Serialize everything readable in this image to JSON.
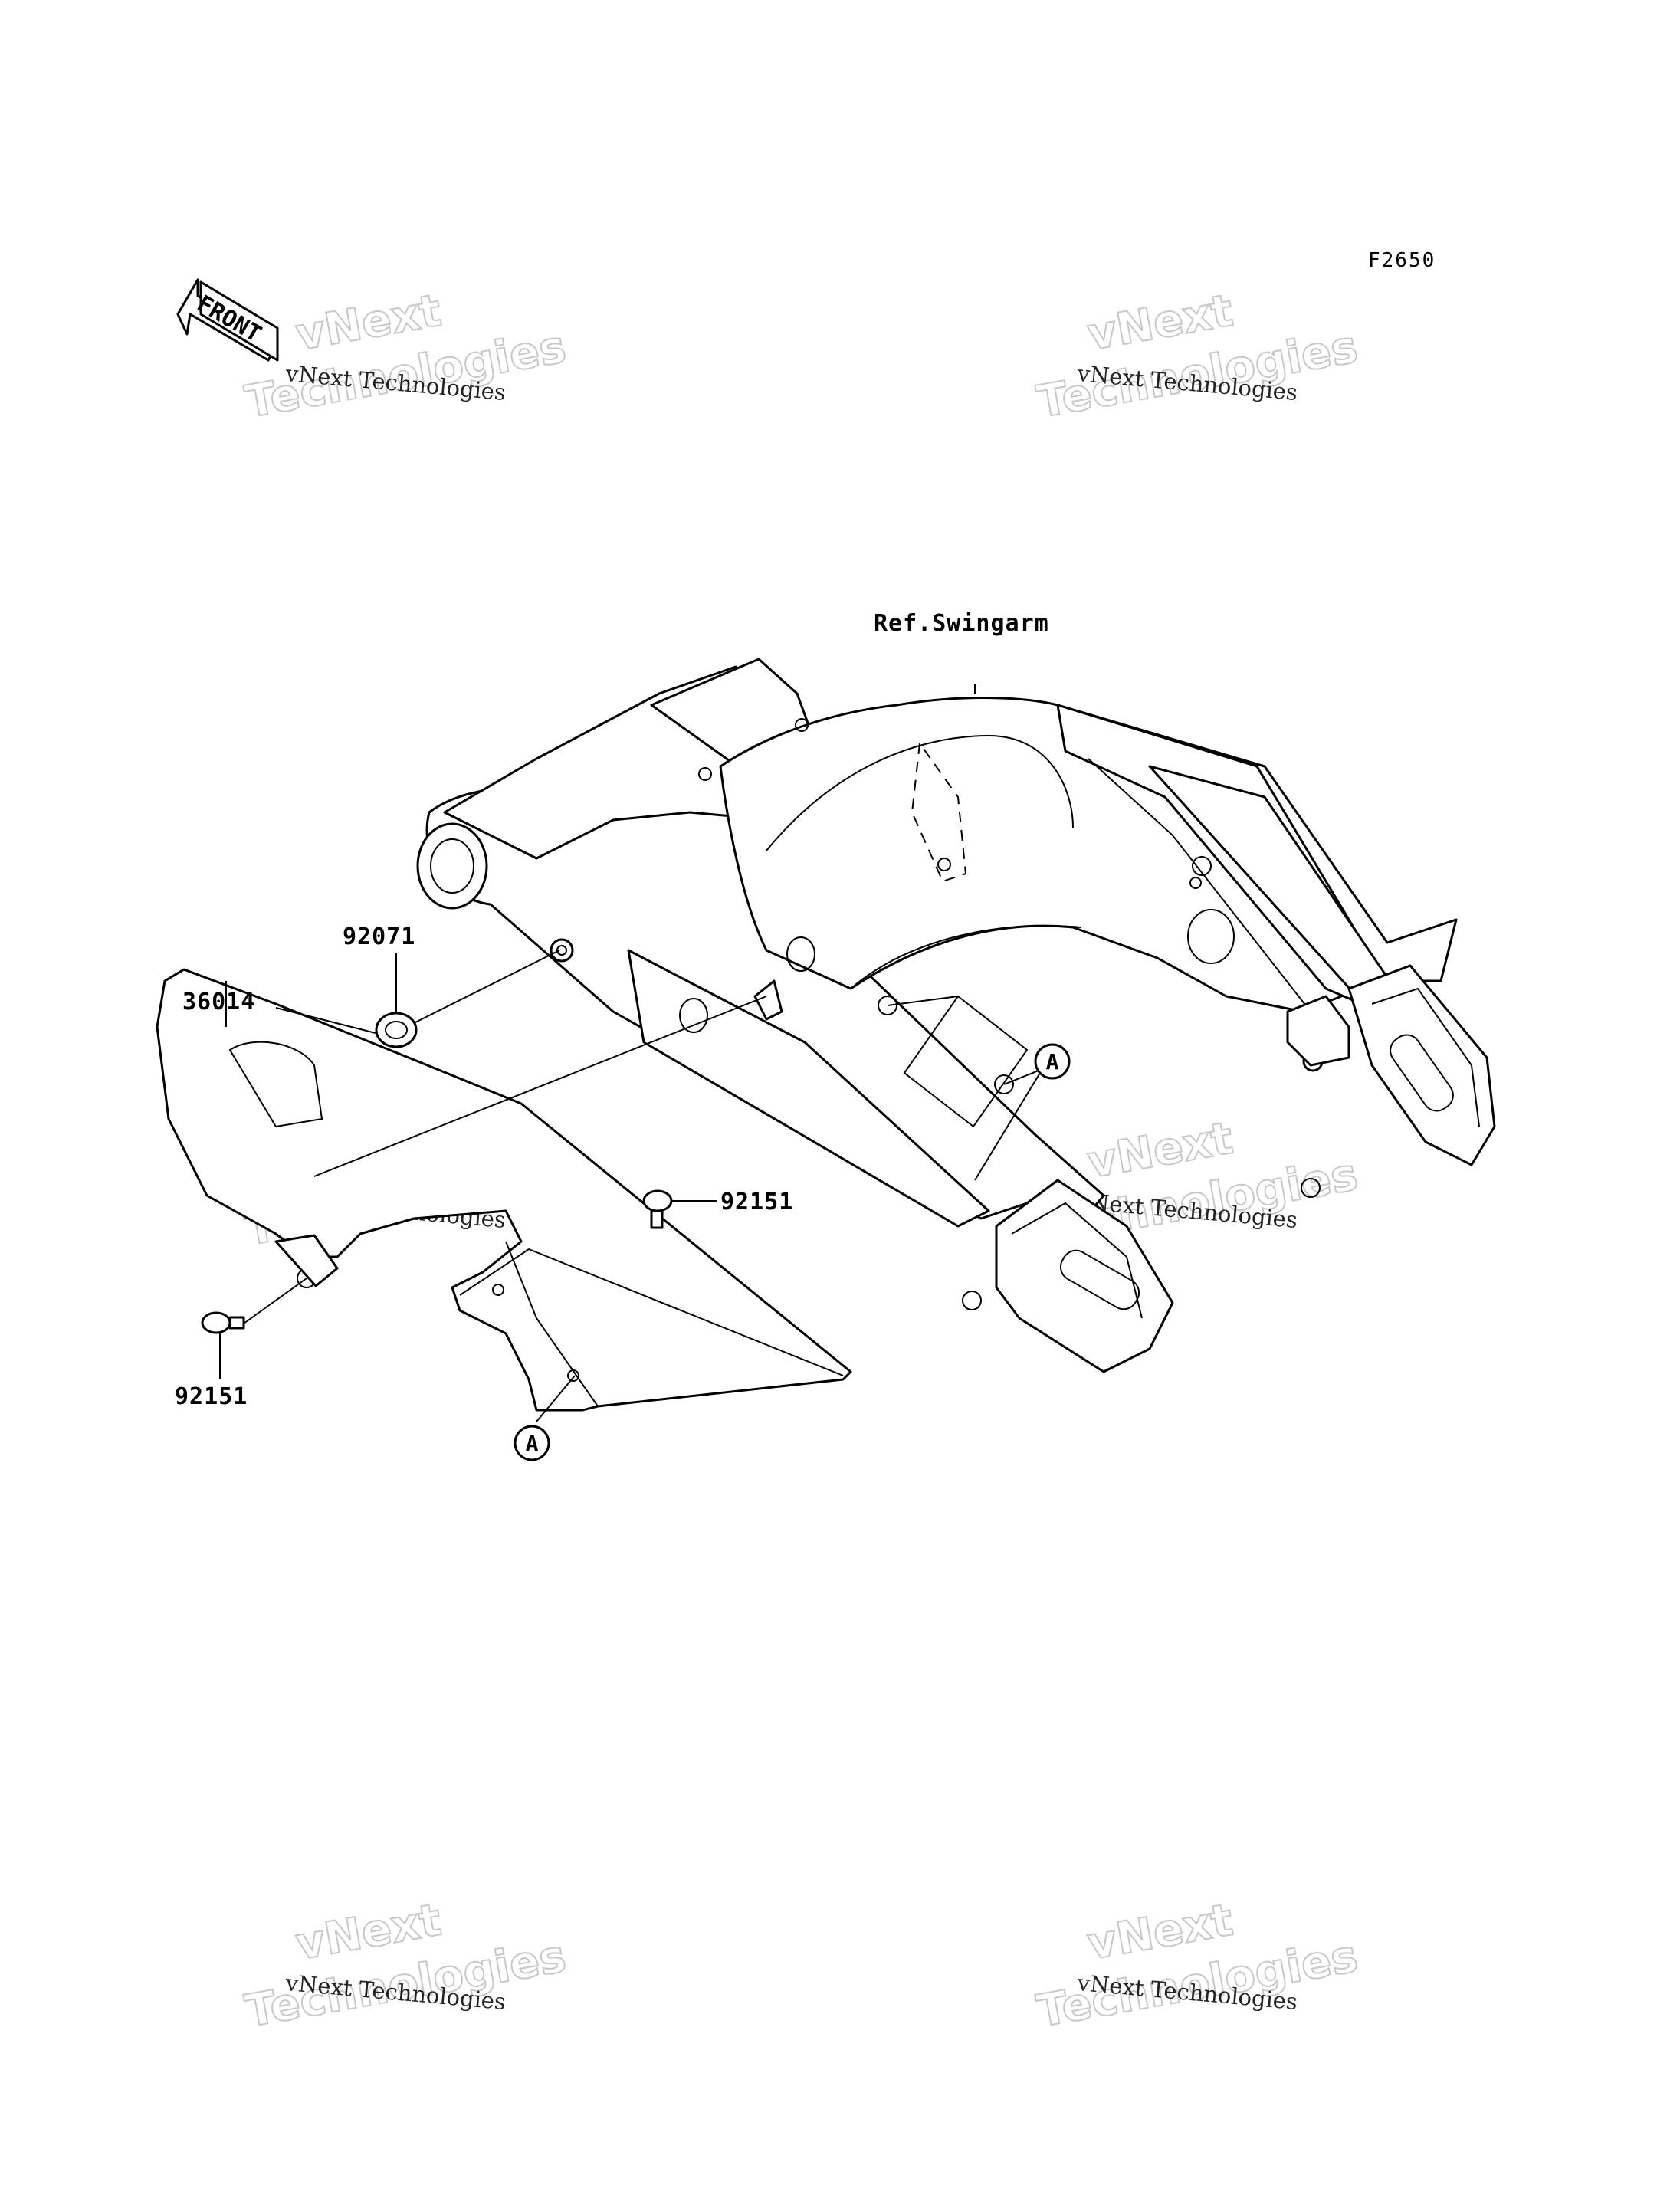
{
  "diagram": {
    "code": "F2650",
    "front_arrow_label": "FRONT",
    "reference_label": "Ref.Swingarm",
    "callouts": {
      "grommet": "92071",
      "chain_cover": "36014",
      "bolt_upper": "92151",
      "bolt_lower": "92151",
      "marker_a": "A"
    }
  },
  "watermark": {
    "line1": "vNext",
    "line2": "Technologies",
    "caption": "vNext Technologies"
  }
}
